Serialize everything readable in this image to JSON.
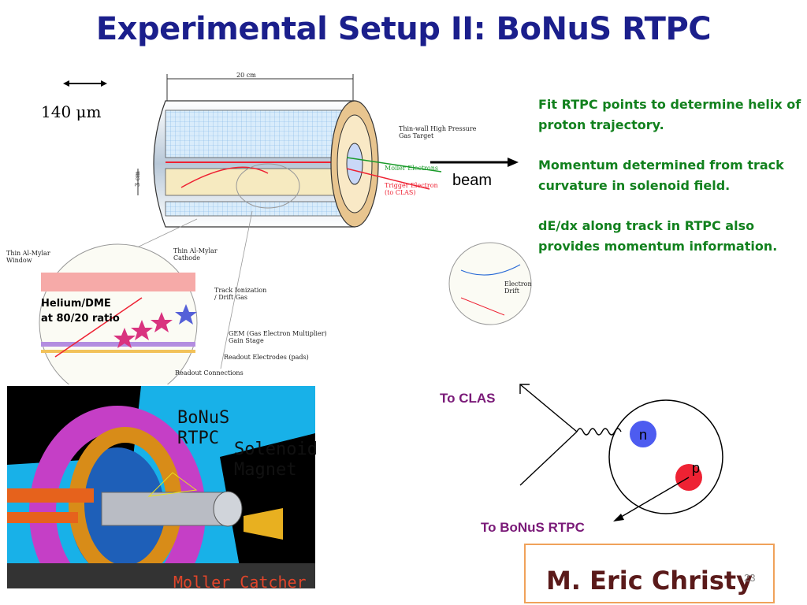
{
  "slide": {
    "title": "Experimental Setup II:  BoNuS RTPC",
    "page_number": "23"
  },
  "scale_bar": {
    "label": "140 μm"
  },
  "beam_label": "beam",
  "bullets": [
    "Fit RTPC points to determine helix of proton trajectory.",
    "Momentum determined from track curvature in solenoid field.",
    "dE/dx along track in RTPC also provides momentum information."
  ],
  "detector_diagram": {
    "dimension_width": "20 cm",
    "dimension_radius": "3 cm",
    "labels": {
      "gas_target": [
        "Thin-wall High Pressure",
        "Gas Target"
      ],
      "moller": "Moller Electrons",
      "trigger": [
        "Trigger Electron",
        "(to CLAS)"
      ],
      "window": [
        "Thin Al-Mylar",
        "Window"
      ],
      "cathode": [
        "Thin Al-Mylar",
        "Cathode"
      ],
      "track": [
        "Track Ionization",
        "/ Drift Gas"
      ],
      "gem": [
        "GEM (Gas Electron Multiplier)",
        "Gain Stage"
      ],
      "readout_pads": "Readout Electrodes (pads)",
      "readout_conn": "Readout Connections",
      "electron_drift": [
        "Electron",
        "Drift"
      ]
    },
    "gas": [
      "Helium/DME",
      "at 80/20 ratio"
    ]
  },
  "photo_labels": {
    "bonus": [
      "BoNuS",
      "RTPC"
    ],
    "solenoid": [
      "Solenoid",
      "Magnet"
    ],
    "moller_catcher": "Moller Catcher"
  },
  "kinematics": {
    "to_clas": "To CLAS",
    "to_bonus": "To BoNuS RTPC",
    "neutron": "n",
    "proton": "p",
    "colors": {
      "neutron": "#4d5cf0",
      "proton": "#ee2233"
    }
  },
  "author": "M. Eric Christy"
}
